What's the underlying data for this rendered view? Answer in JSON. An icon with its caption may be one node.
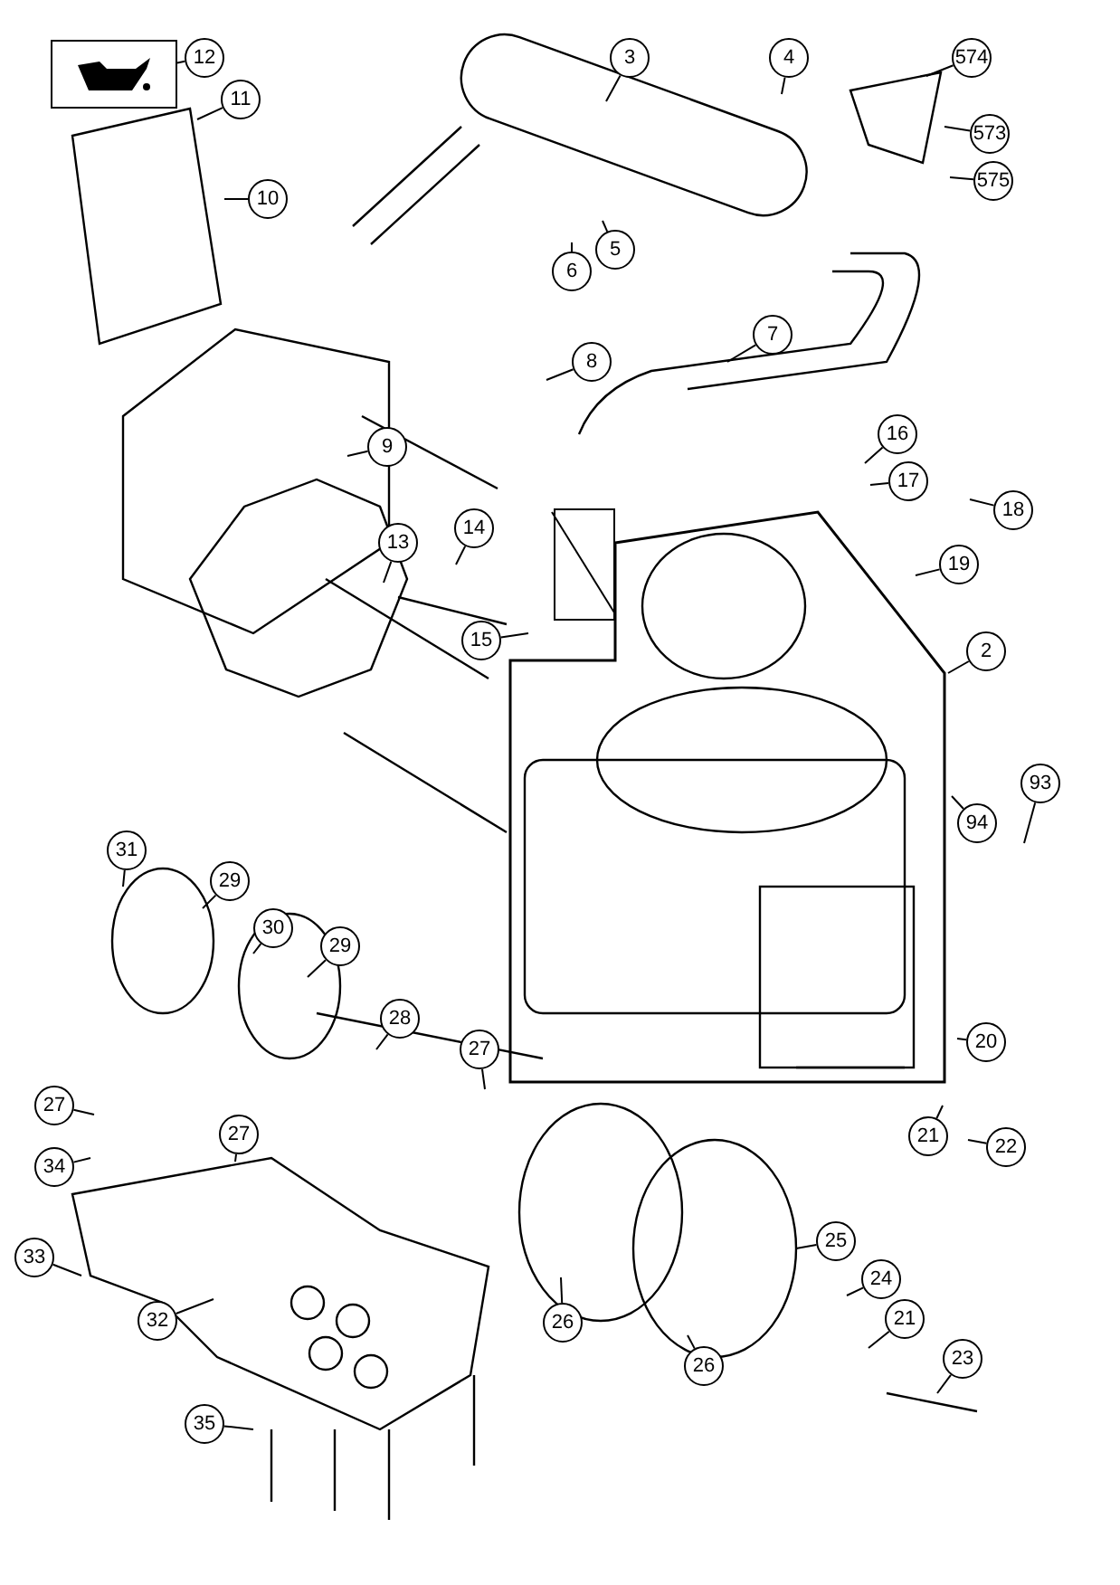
{
  "diagram": {
    "nodes": [
      {
        "text": [],
        "shape": "picture"
      },
      {
        "text": [
          "12"
        ]
      },
      {
        "text": [
          "11"
        ]
      },
      {
        "text": [
          "10"
        ]
      },
      {
        "text": [
          "3"
        ]
      },
      {
        "text": [
          "4"
        ]
      },
      {
        "text": [
          "574"
        ]
      },
      {
        "text": [
          "573"
        ]
      },
      {
        "text": [
          "575"
        ]
      },
      {
        "text": [
          "5"
        ]
      },
      {
        "text": [
          "6"
        ]
      },
      {
        "text": [
          "7"
        ]
      },
      {
        "text": [
          "8"
        ]
      },
      {
        "text": [
          "9"
        ]
      },
      {
        "text": [
          "13"
        ]
      },
      {
        "text": [
          "14"
        ]
      },
      {
        "text": [],
        "shape": "box"
      },
      {
        "text": [
          "15"
        ]
      },
      {
        "text": [
          "16"
        ]
      },
      {
        "text": [
          "17"
        ]
      },
      {
        "text": [
          "18"
        ]
      },
      {
        "text": [
          "19"
        ]
      },
      {
        "text": [],
        "shape": "box"
      },
      {
        "text": [
          "2"
        ]
      },
      {
        "text": [
          "93"
        ]
      },
      {
        "text": [
          "94"
        ]
      },
      {
        "text": [
          "31"
        ]
      },
      {
        "text": [
          "29"
        ]
      },
      {
        "text": [
          "30"
        ]
      },
      {
        "text": [
          "29"
        ]
      },
      {
        "text": [
          "28"
        ]
      },
      {
        "text": [
          "27"
        ]
      },
      {
        "text": [
          "20"
        ]
      },
      {
        "text": [
          "27"
        ]
      },
      {
        "text": [
          "27"
        ]
      },
      {
        "text": [
          "34"
        ]
      },
      {
        "text": [
          "21"
        ]
      },
      {
        "text": [
          "22"
        ]
      },
      {
        "text": [
          "25"
        ]
      },
      {
        "text": [
          "24"
        ]
      },
      {
        "text": [
          "21"
        ]
      },
      {
        "text": [
          "33"
        ]
      },
      {
        "text": [
          "32"
        ]
      },
      {
        "text": [
          "26"
        ]
      },
      {
        "text": [
          "26"
        ]
      },
      {
        "text": [
          "23"
        ]
      },
      {
        "text": [
          "35"
        ]
      }
    ],
    "edges": [
      {
        "from": 1,
        "to": 0,
        "arrow": "none"
      },
      {
        "from": 2,
        "to": null,
        "arrow": "none"
      },
      {
        "from": 3,
        "to": null,
        "arrow": "none"
      },
      {
        "from": 4,
        "to": null,
        "arrow": "none"
      },
      {
        "from": 5,
        "to": null,
        "arrow": "none"
      },
      {
        "from": 6,
        "to": null,
        "arrow": "none"
      },
      {
        "from": 7,
        "to": null,
        "arrow": "none"
      },
      {
        "from": 8,
        "to": null,
        "arrow": "none"
      },
      {
        "from": 9,
        "to": null,
        "arrow": "none"
      },
      {
        "from": 10,
        "to": null,
        "arrow": "none"
      },
      {
        "from": 11,
        "to": null,
        "arrow": "none"
      },
      {
        "from": 12,
        "to": null,
        "arrow": "none"
      },
      {
        "from": 13,
        "to": null,
        "arrow": "none"
      },
      {
        "from": 14,
        "to": null,
        "arrow": "none"
      },
      {
        "from": 15,
        "to": null,
        "arrow": "none"
      },
      {
        "from": 16,
        "to": 22,
        "arrow": "none"
      },
      {
        "from": 17,
        "to": null,
        "arrow": "none"
      },
      {
        "from": 18,
        "to": null,
        "arrow": "none"
      },
      {
        "from": 19,
        "to": null,
        "arrow": "none"
      },
      {
        "from": 20,
        "to": null,
        "arrow": "none"
      },
      {
        "from": 21,
        "to": null,
        "arrow": "none"
      },
      {
        "from": 23,
        "to": 22,
        "arrow": "none"
      },
      {
        "from": 24,
        "to": null,
        "arrow": "none"
      },
      {
        "from": 25,
        "to": null,
        "arrow": "none"
      },
      {
        "from": 26,
        "to": null,
        "arrow": "none"
      },
      {
        "from": 27,
        "to": null,
        "arrow": "none"
      },
      {
        "from": 28,
        "to": null,
        "arrow": "none"
      },
      {
        "from": 29,
        "to": null,
        "arrow": "none"
      },
      {
        "from": 30,
        "to": null,
        "arrow": "none"
      },
      {
        "from": 31,
        "to": null,
        "arrow": "none"
      },
      {
        "from": 32,
        "to": null,
        "arrow": "none"
      },
      {
        "from": 33,
        "to": null,
        "arrow": "none"
      },
      {
        "from": 34,
        "to": null,
        "arrow": "none"
      },
      {
        "from": 35,
        "to": null,
        "arrow": "none"
      },
      {
        "from": 36,
        "to": null,
        "arrow": "none"
      },
      {
        "from": 37,
        "to": null,
        "arrow": "none"
      },
      {
        "from": 38,
        "to": null,
        "arrow": "none"
      },
      {
        "from": 39,
        "to": null,
        "arrow": "none"
      },
      {
        "from": 40,
        "to": null,
        "arrow": "none"
      },
      {
        "from": 41,
        "to": null,
        "arrow": "none"
      },
      {
        "from": 42,
        "to": null,
        "arrow": "none"
      },
      {
        "from": 43,
        "to": null,
        "arrow": "none"
      },
      {
        "from": 44,
        "to": null,
        "arrow": "none"
      },
      {
        "from": 45,
        "to": null,
        "arrow": "none"
      },
      {
        "from": 46,
        "to": null,
        "arrow": "none"
      }
    ]
  }
}
